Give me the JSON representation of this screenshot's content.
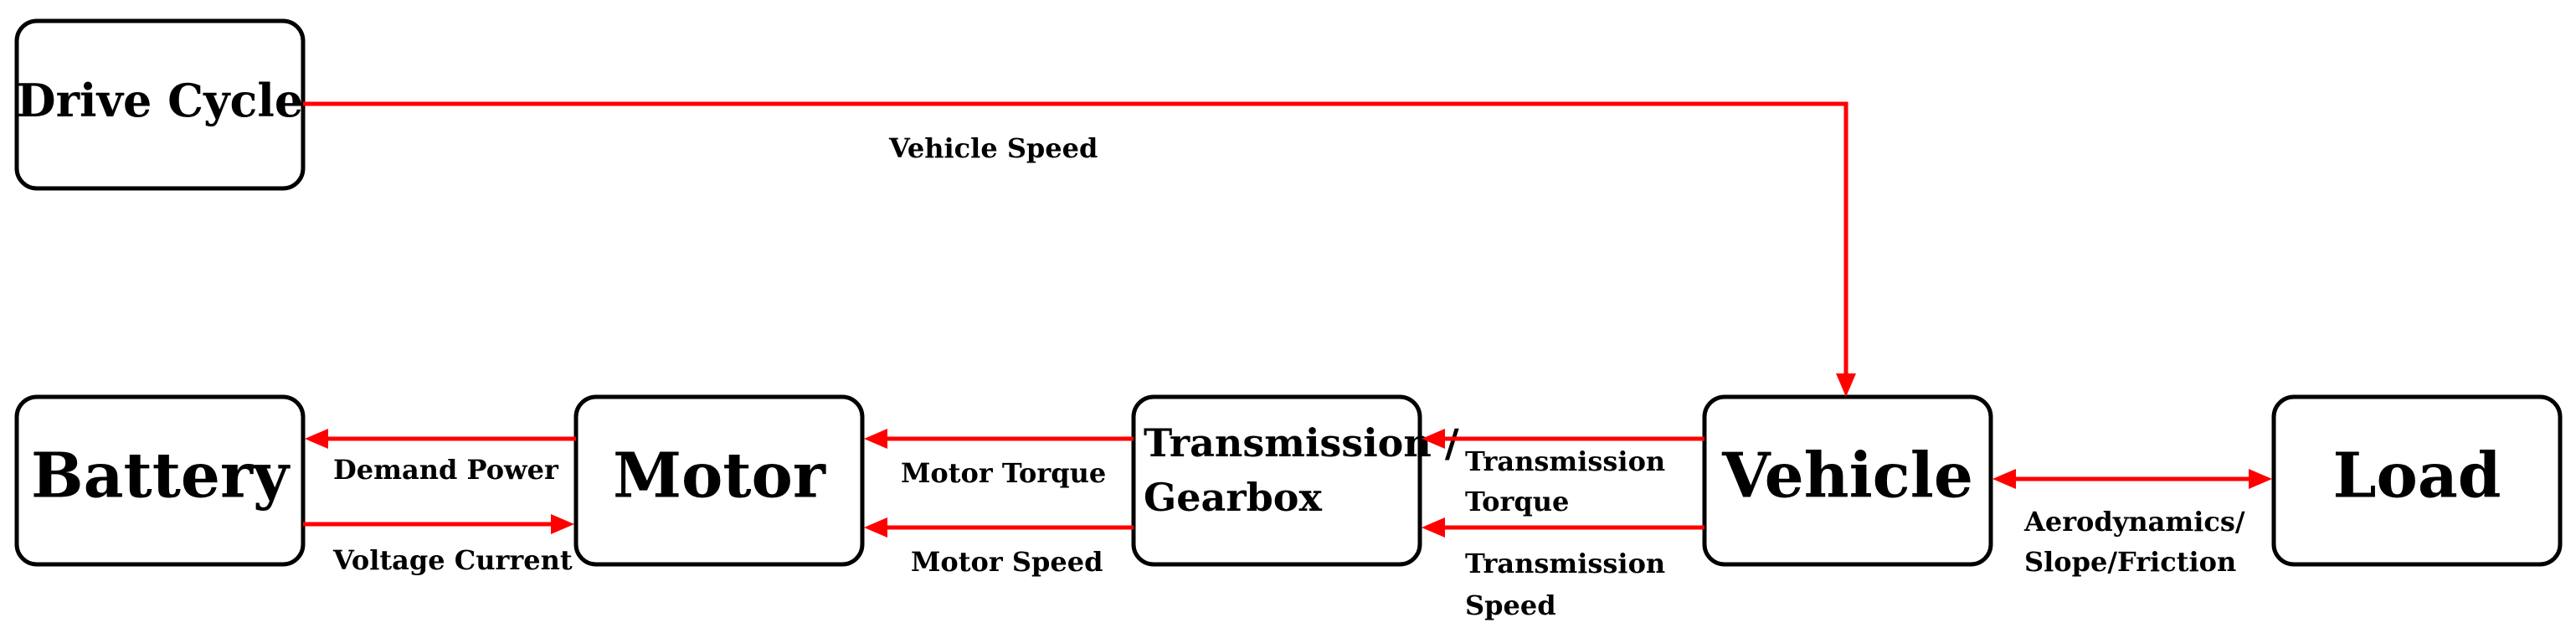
{
  "blocks": {
    "drive_cycle": "Drive Cycle",
    "battery": "Battery",
    "motor": "Motor",
    "transmission_line1": "Transmission /",
    "transmission_line2": "Gearbox",
    "vehicle": "Vehicle",
    "load": "Load"
  },
  "signals": {
    "vehicle_speed": "Vehicle Speed",
    "demand_power": "Demand Power",
    "voltage_current": "Voltage Current",
    "motor_torque": "Motor Torque",
    "motor_speed": "Motor Speed",
    "transmission_torque_line1": "Transmission",
    "transmission_torque_line2": "Torque",
    "transmission_speed_line1": "Transmission",
    "transmission_speed_line2": "Speed",
    "aero_line1": "Aerodynamics/",
    "aero_line2": "Slope/Friction"
  },
  "colors": {
    "arrow": "#ff0000",
    "box_border": "#000000",
    "background": "#ffffff"
  }
}
